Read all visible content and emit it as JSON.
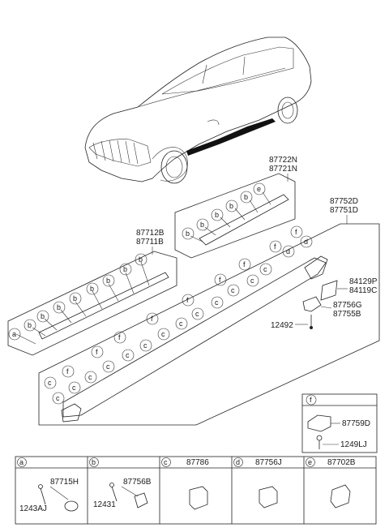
{
  "car": {
    "part_top_a": "87722N",
    "part_top_b": "87721N",
    "part_front_a": "87712B",
    "part_front_b": "87711B",
    "part_sill_a": "87752D",
    "part_sill_b": "87751D",
    "part_cap_a": "84129P",
    "part_cap_b": "84119C",
    "part_bracket_a": "87756G",
    "part_bracket_b": "87755B",
    "part_screw": "12492"
  },
  "callouts": {
    "a": "a",
    "b": "b",
    "c": "c",
    "d": "d",
    "e": "e",
    "f": "f"
  },
  "detail_f": {
    "key": "f",
    "clip": "87759D",
    "screw": "1249LJ"
  },
  "legend": [
    {
      "key": "a",
      "parts": [
        "87715H",
        "1243AJ"
      ]
    },
    {
      "key": "b",
      "parts": [
        "87756B",
        "12431"
      ]
    },
    {
      "key": "c",
      "parts": [
        "87786"
      ]
    },
    {
      "key": "d",
      "parts": [
        "87756J"
      ]
    },
    {
      "key": "e",
      "parts": [
        "87702B"
      ]
    }
  ]
}
